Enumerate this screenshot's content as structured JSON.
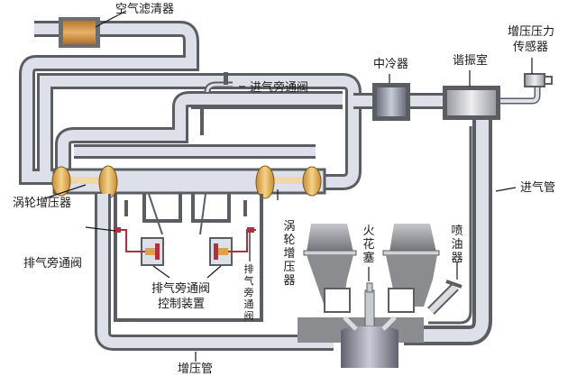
{
  "title": "涡轮增压系统示意图",
  "labels": {
    "air_filter": "空气滤清器",
    "intake_bypass_valve": "进气旁通阀",
    "intercooler": "中冷器",
    "resonator": "谐振室",
    "boost_sensor_line1": "增压压力",
    "boost_sensor_line2": "传感器",
    "intake_pipe": "进气管",
    "turbocharger_left": "涡轮增压器",
    "wastegate_left": "排气旁通阀",
    "wastegate_control_line1": "排气旁通阀",
    "wastegate_control_line2": "控制装置",
    "wastegate_right": "排气旁通阀",
    "turbocharger_right": "涡轮增压器",
    "spark_plug": "火花塞",
    "injector": "喷油器",
    "boost_pipe": "增压管"
  },
  "colors": {
    "pipe_wall": "#5a5d62",
    "pipe_fill": "#dde0e8",
    "filter": "#c98a3c",
    "turbo": "#e0b060",
    "valve_red": "#b03040",
    "engine": "#8a8c90"
  }
}
